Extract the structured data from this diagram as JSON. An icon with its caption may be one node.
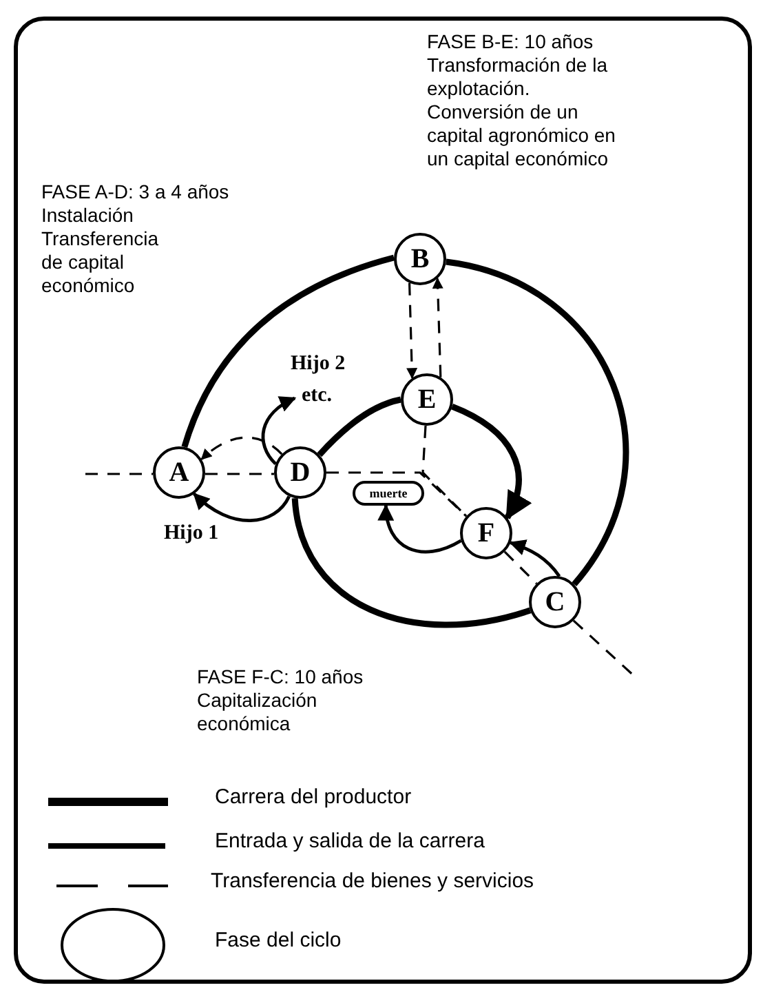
{
  "diagram": {
    "nodes": [
      {
        "text": [
          "A"
        ]
      },
      {
        "text": [
          "B"
        ]
      },
      {
        "text": [
          "C"
        ]
      },
      {
        "text": [
          "D"
        ]
      },
      {
        "text": [
          "E"
        ]
      },
      {
        "text": [
          "F"
        ]
      },
      {
        "text": [
          "muerte"
        ]
      },
      {
        "text": [
          "etc."
        ]
      }
    ],
    "edges": [
      {
        "from": null,
        "to": 0,
        "arrow": "none",
        "style": "dashed"
      },
      {
        "from": 0,
        "to": 3,
        "arrow": "none",
        "style": "dashed"
      },
      {
        "from": 3,
        "to": 5,
        "arrow": "none",
        "style": "dashed"
      },
      {
        "from": 4,
        "to": 5,
        "arrow": "none",
        "style": "dashed"
      },
      {
        "from": 5,
        "to": 2,
        "arrow": "none",
        "style": "dashed"
      },
      {
        "from": 2,
        "to": null,
        "arrow": "none",
        "style": "dashed"
      },
      {
        "from": 1,
        "to": 4,
        "arrow": "to",
        "style": "dashed"
      },
      {
        "from": 4,
        "to": 1,
        "arrow": "to",
        "style": "dashed"
      },
      {
        "from": 0,
        "to": 1,
        "arrow": "none",
        "style": "thick"
      },
      {
        "from": 1,
        "to": 2,
        "arrow": "none",
        "style": "thick"
      },
      {
        "from": 2,
        "to": 3,
        "arrow": "none",
        "style": "thick"
      },
      {
        "from": 3,
        "to": 4,
        "arrow": "none",
        "style": "thick"
      },
      {
        "from": 4,
        "to": 5,
        "arrow": "to",
        "style": "thick"
      },
      {
        "from": 3,
        "to": 0,
        "arrow": "to",
        "style": "dashed"
      },
      {
        "from": 3,
        "to": 0,
        "arrow": "to",
        "label": "Hijo 1"
      },
      {
        "from": 3,
        "to": 7,
        "arrow": "to"
      },
      {
        "from": 5,
        "to": 6,
        "arrow": "to"
      },
      {
        "from": 2,
        "to": 5,
        "arrow": "to"
      }
    ],
    "labels": [
      "FASE B-E: 10 años",
      "Transformación de la explotación.",
      "Conversión de un capital agronómico en un capital económico",
      "FASE A-D: 3 a 4 años",
      "Instalación",
      "Transferencia de capital económico",
      "Hijo 2",
      "FASE F-C: 10 años",
      "Capitalización económica"
    ],
    "legend": [
      {
        "text": "Carrera del productor"
      },
      {
        "text": "Entrada y salida de la carrera"
      },
      {
        "text": "Transferencia de bienes y servicios"
      },
      {
        "text": "Fase del ciclo"
      }
    ]
  }
}
